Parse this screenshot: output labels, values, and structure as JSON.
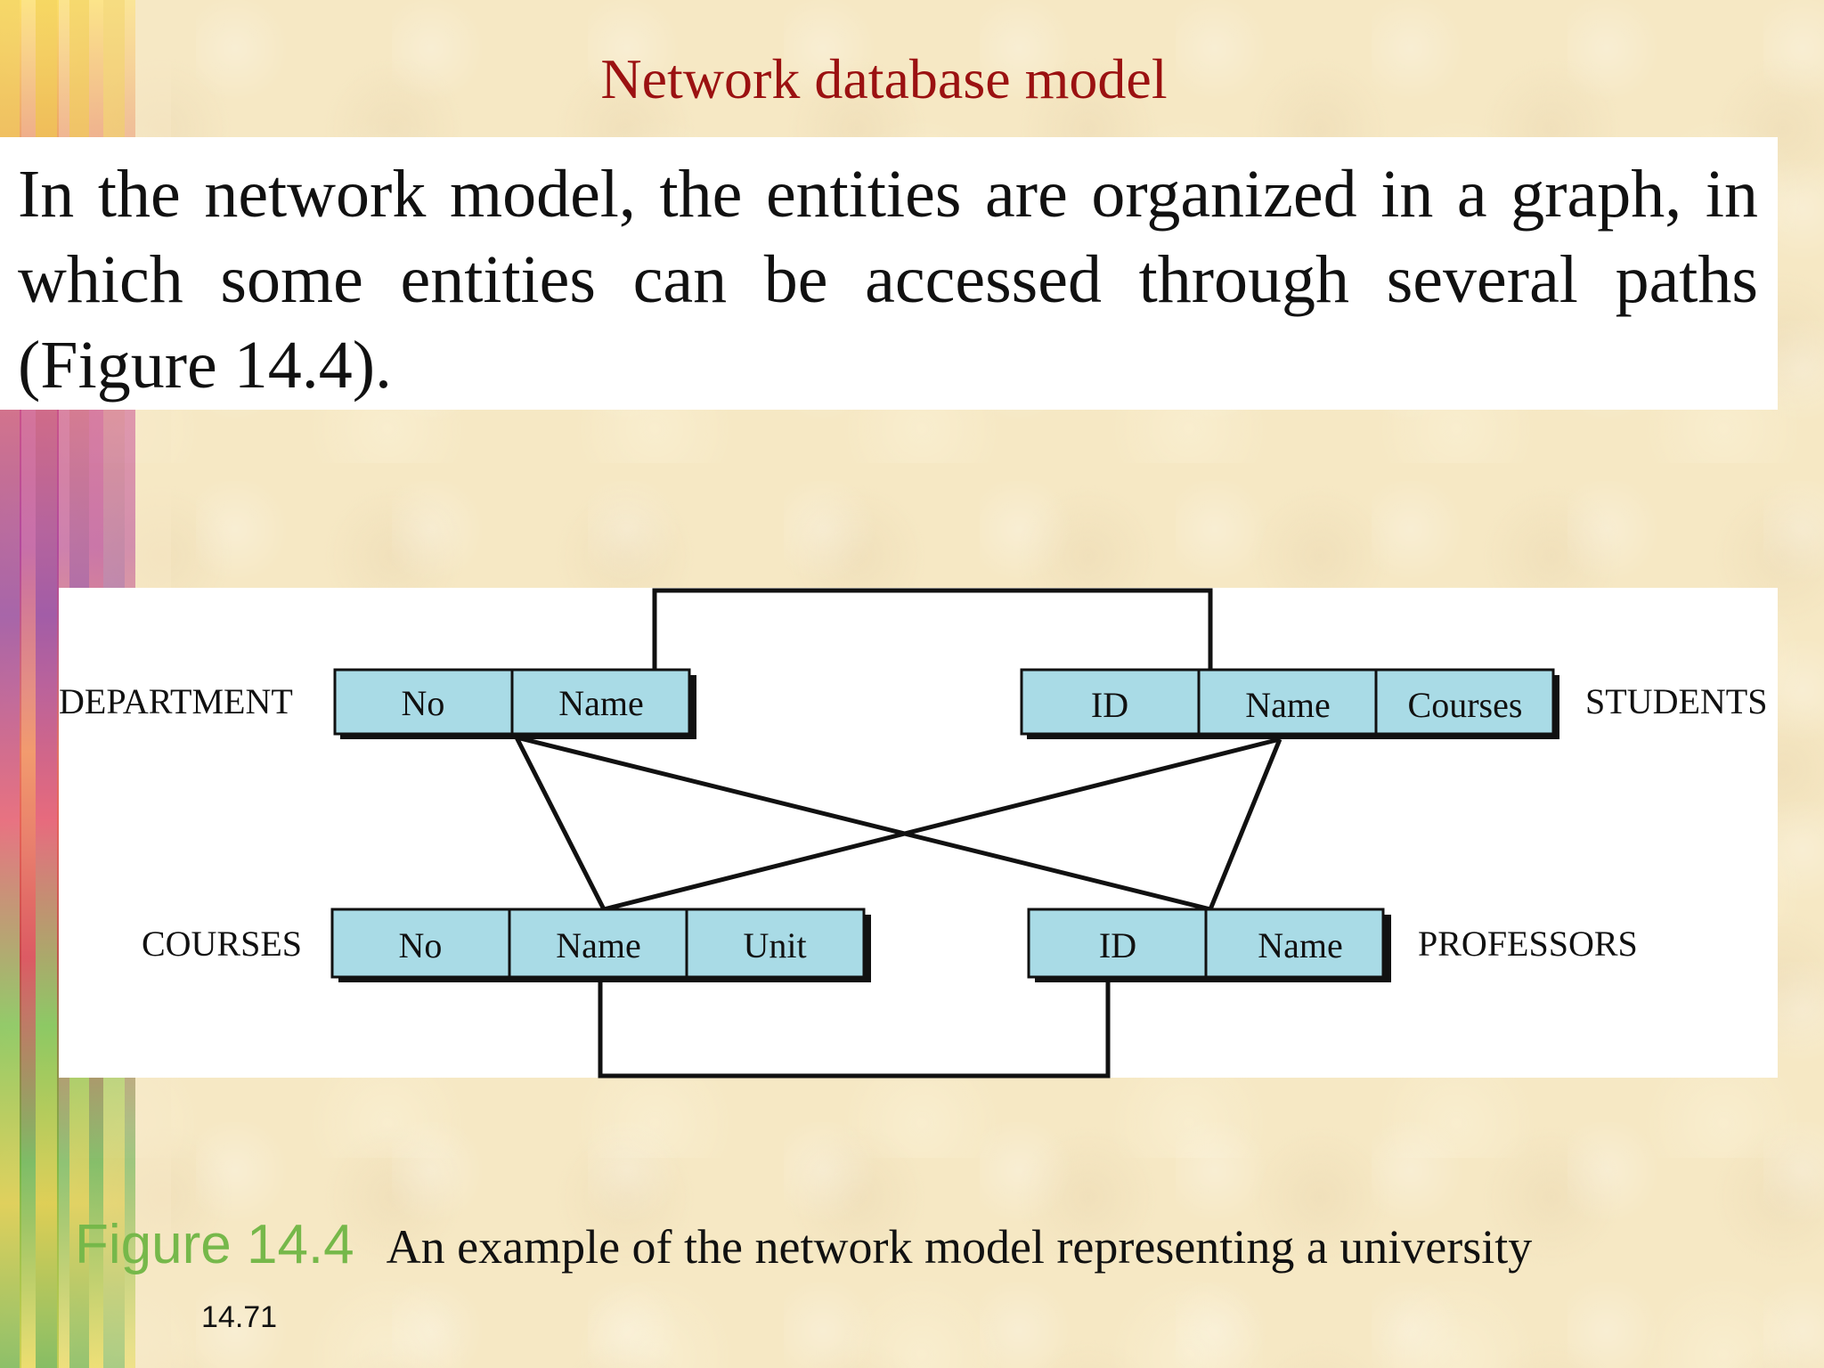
{
  "slide": {
    "title": "Network database model",
    "body_text": "In the network model, the entities are organized in a graph, in which some entities can be accessed through several paths (Figure 14.4).",
    "caption_label": "Figure 14.4",
    "caption_text": "An example of the network model representing a university",
    "slide_number": "14.71"
  },
  "diagram": {
    "entities": [
      {
        "id": "department",
        "label": "DEPARTMENT",
        "fields": [
          "No",
          "Name"
        ]
      },
      {
        "id": "students",
        "label": "STUDENTS",
        "fields": [
          "ID",
          "Name",
          "Courses"
        ]
      },
      {
        "id": "courses",
        "label": "COURSES",
        "fields": [
          "No",
          "Name",
          "Unit"
        ]
      },
      {
        "id": "professors",
        "label": "PROFESSORS",
        "fields": [
          "ID",
          "Name"
        ]
      }
    ],
    "links": [
      {
        "from": "department.Name",
        "to": "students.Name"
      },
      {
        "from": "department.Name",
        "to": "courses.Name"
      },
      {
        "from": "department.Name",
        "to": "professors.Name"
      },
      {
        "from": "students.Name",
        "to": "courses.Name"
      },
      {
        "from": "students.Name",
        "to": "professors.Name"
      },
      {
        "from": "courses.Name",
        "to": "professors.ID"
      }
    ]
  },
  "colors": {
    "title": "#9b1111",
    "field_box": "#a9dbe6",
    "caption_label": "#76b84a",
    "background": "#f6e8c4"
  }
}
